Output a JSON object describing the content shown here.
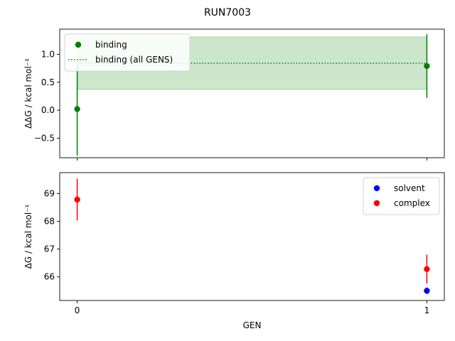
{
  "title": "RUN7003",
  "chart_data": [
    {
      "type": "scatter",
      "ylabel": "ΔΔG / kcal mol⁻¹",
      "xlabel": "",
      "xlim": [
        -0.05,
        1.05
      ],
      "ylim": [
        -0.85,
        1.45
      ],
      "xticks": [
        0,
        1
      ],
      "xtick_labels": [
        "",
        ""
      ],
      "yticks": [
        -0.5,
        0.0,
        0.5,
        1.0
      ],
      "ytick_labels": [
        "−0.5",
        "0.0",
        "0.5",
        "1.0"
      ],
      "legend_position": "top-left",
      "series": [
        {
          "name": "binding",
          "kind": "errorbar-points",
          "color": "#008000",
          "x": [
            0,
            1
          ],
          "y": [
            0.02,
            0.79
          ],
          "err": [
            0.83,
            0.57
          ]
        },
        {
          "name": "binding (all GENS)",
          "kind": "dotted-line-with-band",
          "color": "#008000",
          "band_color": "#cce6cc",
          "y": 0.84,
          "band": [
            0.37,
            1.31
          ]
        }
      ]
    },
    {
      "type": "scatter",
      "ylabel": "ΔG / kcal mol⁻¹",
      "xlabel": "GEN",
      "xlim": [
        -0.05,
        1.05
      ],
      "ylim": [
        65.15,
        69.75
      ],
      "xticks": [
        0,
        1
      ],
      "xtick_labels": [
        "0",
        "1"
      ],
      "yticks": [
        66,
        67,
        68,
        69
      ],
      "ytick_labels": [
        "66",
        "67",
        "68",
        "69"
      ],
      "legend_position": "top-right",
      "series": [
        {
          "name": "solvent",
          "kind": "errorbar-points",
          "color": "#0000ff",
          "x": [
            1
          ],
          "y": [
            65.5
          ],
          "err": [
            0.12
          ]
        },
        {
          "name": "complex",
          "kind": "errorbar-points",
          "color": "#ff0000",
          "x": [
            0,
            1
          ],
          "y": [
            68.78,
            66.28
          ],
          "err": [
            0.75,
            0.52
          ]
        }
      ]
    }
  ]
}
